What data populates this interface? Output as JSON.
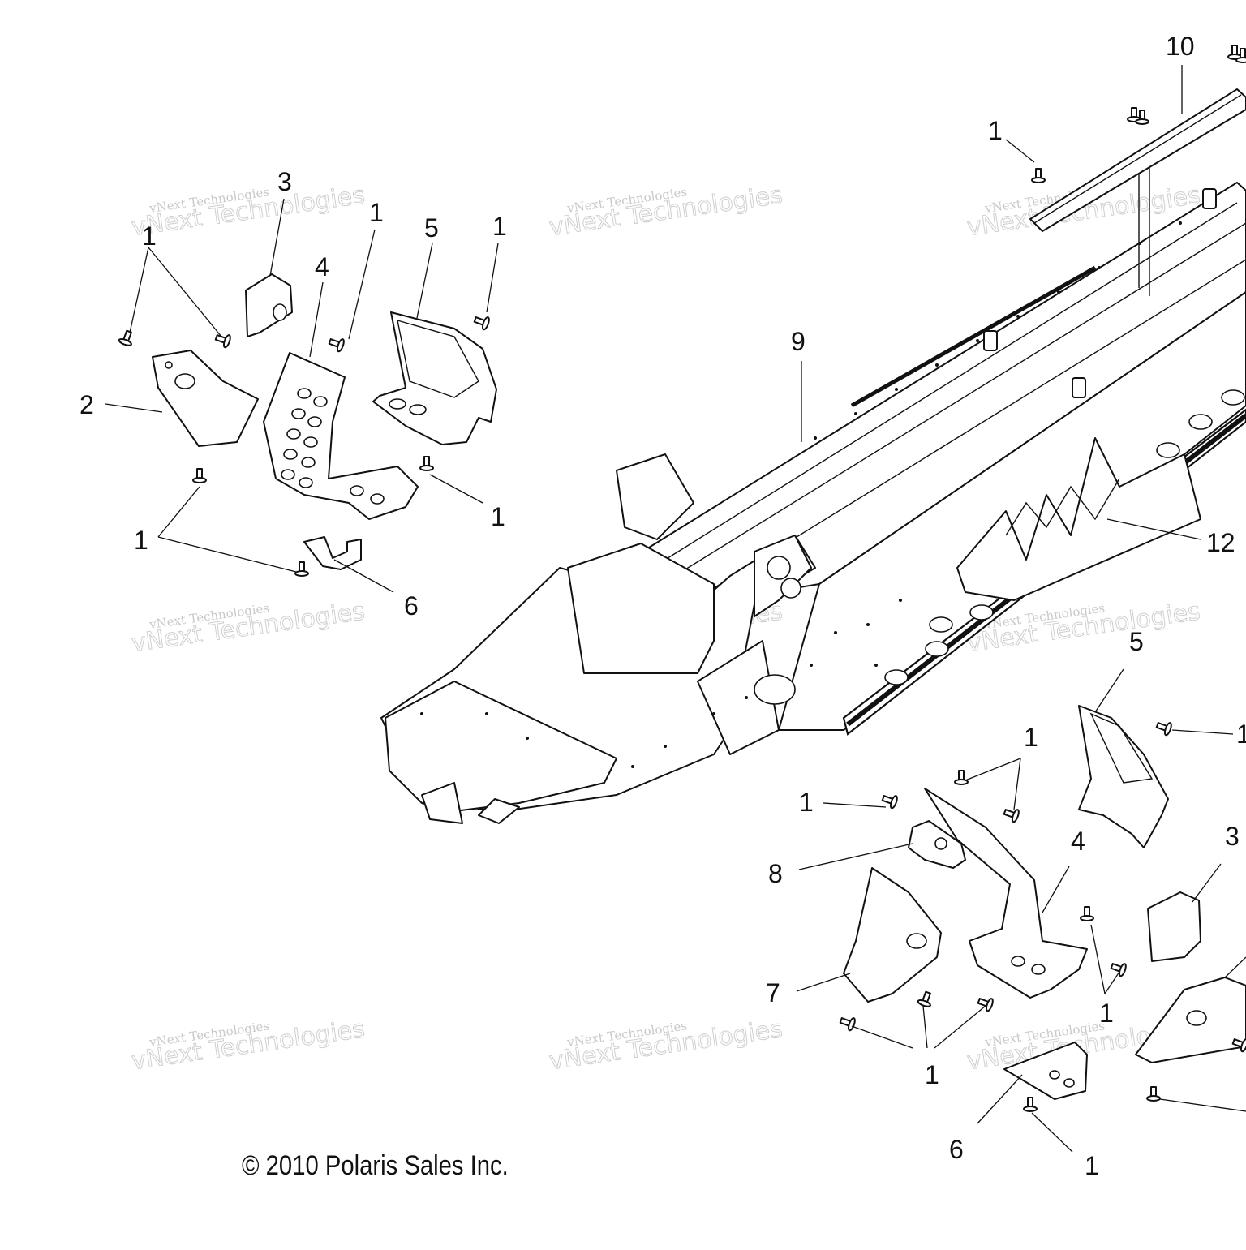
{
  "copyright": "© 2010 Polaris Sales Inc.",
  "watermark": {
    "line1": "vNext Technologies",
    "line2": "vNext Technologies"
  },
  "callouts": {
    "c10": "10",
    "c1_top_right": "1",
    "c3_top": "3",
    "c1_top_left": "1",
    "c4_top": "4",
    "c1_top_mid": "1",
    "c5_top": "5",
    "c1_top_mid2": "1",
    "c2": "2",
    "c1_mid_left": "1",
    "c1_left_low": "1",
    "c6_top": "6",
    "c9": "9",
    "c12": "12",
    "c5_right": "5",
    "c1_right_edge": "1",
    "c1_bottom_a": "1",
    "c1_bottom_b": "1",
    "c4_bottom": "4",
    "c3_right": "3",
    "c8": "8",
    "c7": "7",
    "c1_bottom_c": "1",
    "c1_bottom_d": "1",
    "c6_bottom": "6",
    "c1_bottom_e": "1"
  }
}
